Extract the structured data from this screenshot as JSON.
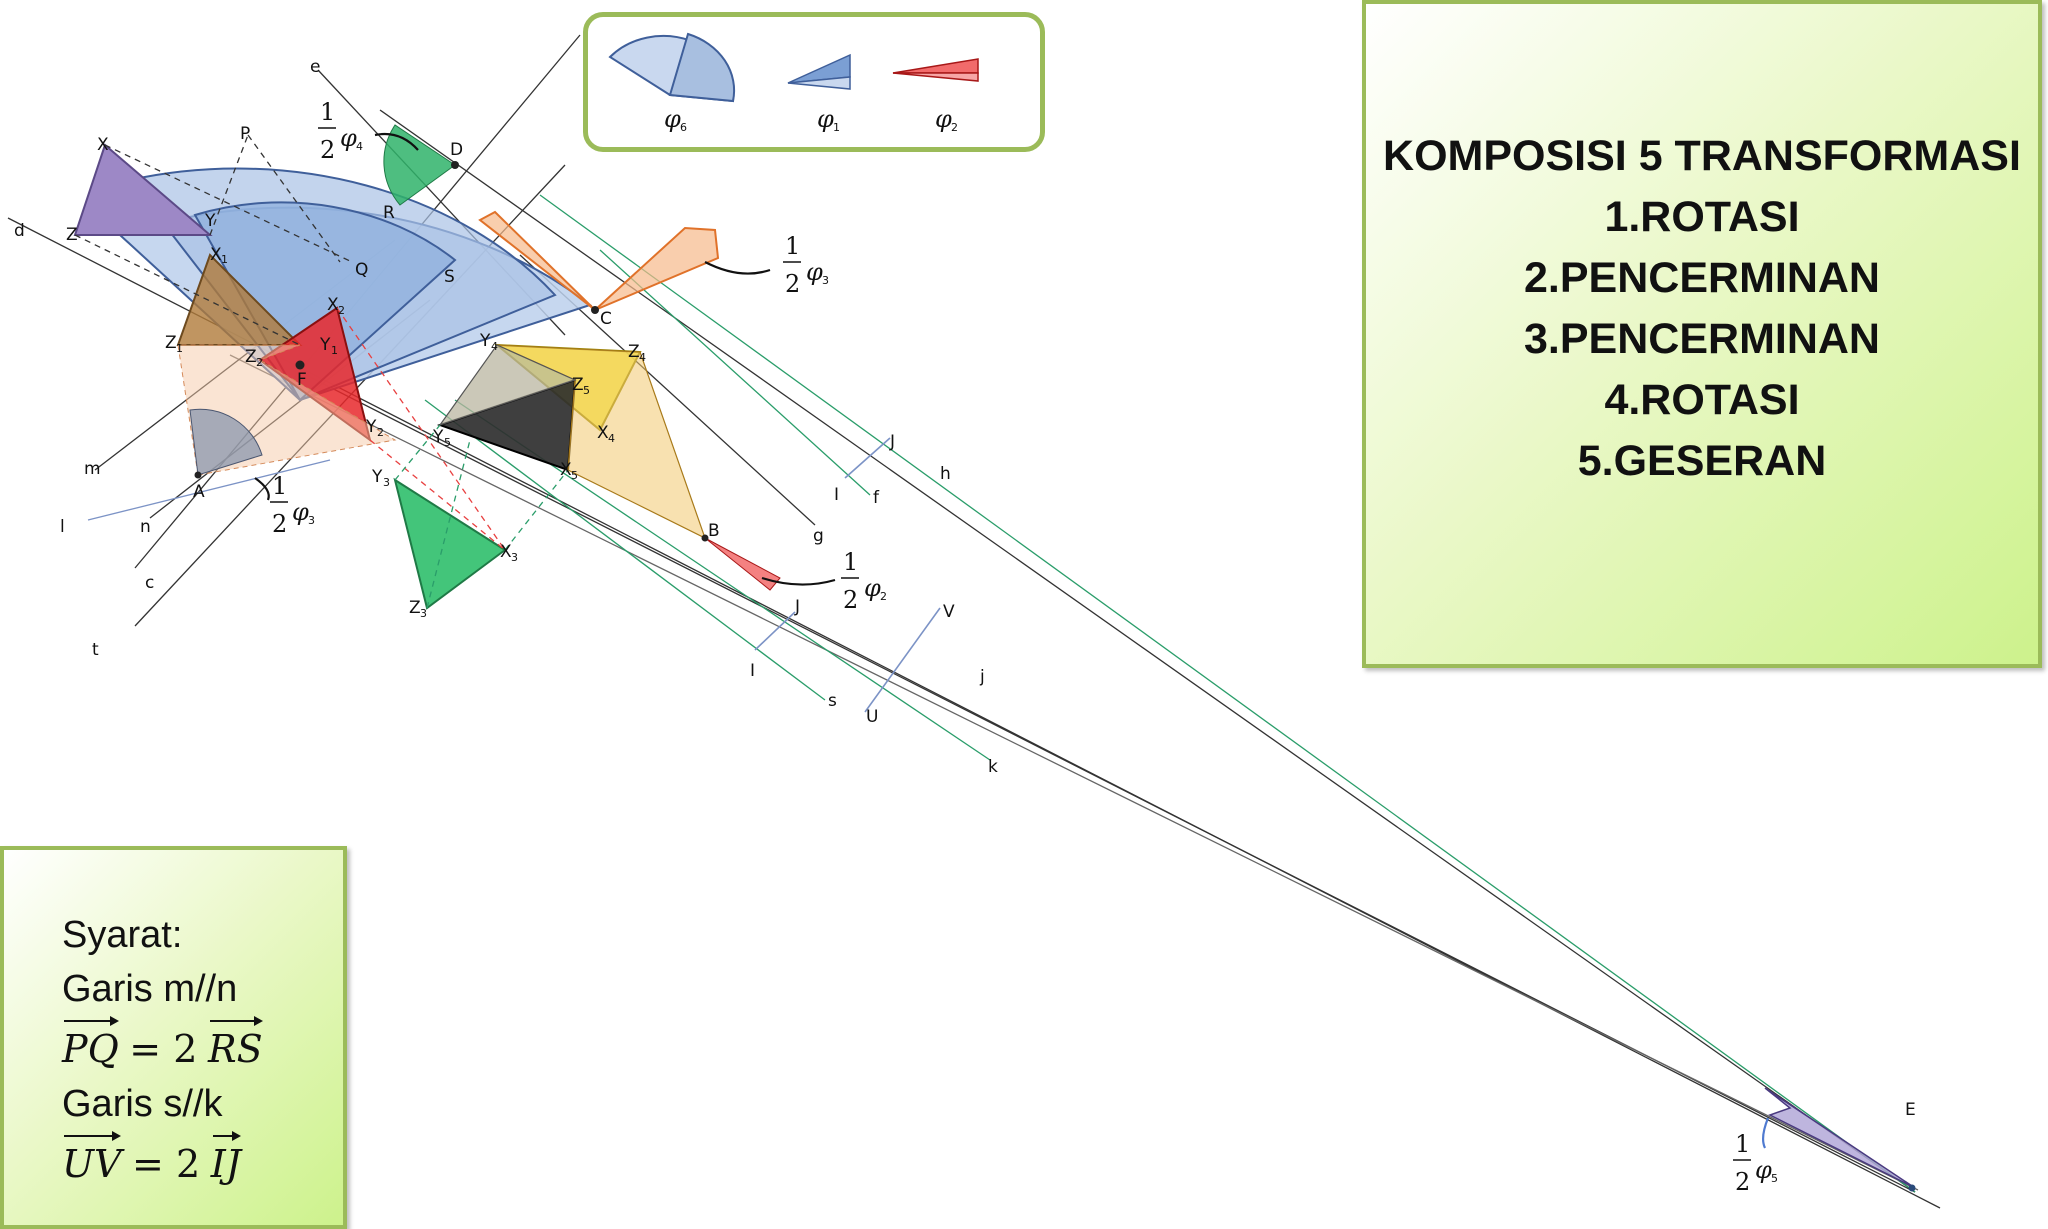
{
  "title": {
    "heading": "KOMPOSISI 5 TRANSFORMASI",
    "steps": [
      "1.ROTASI",
      "2.PENCERMINAN",
      "3.PENCERMINAN",
      "4.ROTASI",
      "5.GESERAN"
    ]
  },
  "conditions": {
    "label": "Syarat:",
    "line1": "Garis m//n",
    "eq1_left": "PQ",
    "eq1_op": "= 2",
    "eq1_right": "RS",
    "line2": "Garis s//k",
    "eq2_left": "UV",
    "eq2_op": "= 2",
    "eq2_right": "IJ"
  },
  "legend": {
    "items": [
      {
        "symbol": "φ",
        "sub": "6",
        "color": "#a8bfe0"
      },
      {
        "symbol": "φ",
        "sub": "1",
        "color": "#7b9fd4"
      },
      {
        "symbol": "φ",
        "sub": "2",
        "color": "#f26b6b"
      }
    ]
  },
  "angle_labels": {
    "half": "1",
    "den": "2",
    "phi4": "φ",
    "phi4_sub": "4",
    "phi3a": "φ",
    "phi3a_sub": "3",
    "phi3b": "φ",
    "phi3b_sub": "3",
    "phi2": "φ",
    "phi2_sub": "2",
    "phi5": "φ",
    "phi5_sub": "5"
  },
  "points": {
    "X": "X",
    "Y": "Y",
    "Z": "Z",
    "P": "P",
    "Q": "Q",
    "R": "R",
    "S": "S",
    "D": "D",
    "C": "C",
    "F": "F",
    "A": "A",
    "B": "B",
    "E": "E",
    "X1": "X",
    "Y1": "Y",
    "Z1": "Z",
    "X2": "X",
    "Y2": "Y",
    "Z2": "Z",
    "X3": "X",
    "Y3": "Y",
    "Z3": "Z",
    "X4": "X",
    "Y4": "Y",
    "Z4": "Z",
    "X5": "X",
    "Y5": "Y",
    "Z5": "Z",
    "I1": "I",
    "J1": "J",
    "I2": "I",
    "J2": "J",
    "U": "U",
    "V": "V"
  },
  "subscripts": {
    "one": "1",
    "two": "2",
    "three": "3",
    "four": "4",
    "five": "5"
  },
  "lines": {
    "d": "d",
    "e": "e",
    "m": "m",
    "l": "l",
    "n": "n",
    "c": "c",
    "t": "t",
    "f": "f",
    "g": "g",
    "h": "h",
    "j": "j",
    "s": "s",
    "k": "k"
  }
}
